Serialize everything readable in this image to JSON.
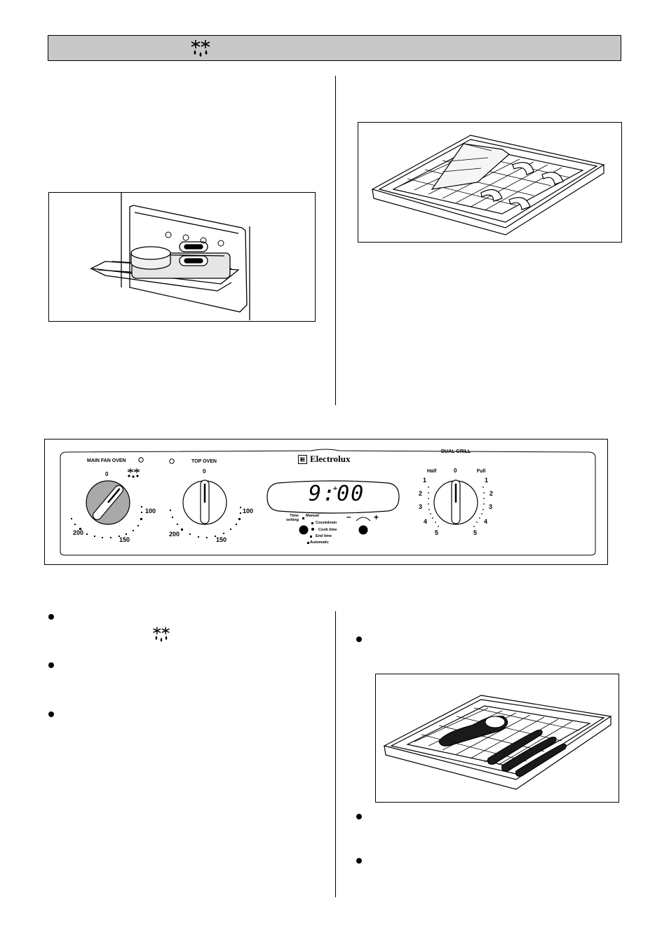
{
  "header": {
    "icon": "defrost-icon"
  },
  "control_panel": {
    "brand": "Electrolux",
    "main_fan_oven": {
      "label": "MAIN FAN OVEN",
      "zero": "0",
      "mark_100": "100",
      "mark_150": "150",
      "mark_200": "200"
    },
    "top_oven": {
      "label": "TOP OVEN",
      "zero": "0",
      "mark_100": "100",
      "mark_150": "150",
      "mark_200": "200"
    },
    "timer": {
      "display": "9:00",
      "time_setting": "Time setting",
      "manual": "Manual",
      "countdown": "Countdown",
      "cook_time": "Cook time",
      "end_time": "End time",
      "automatic": "Automatic",
      "minus": "–",
      "plus": "+"
    },
    "dual_grill": {
      "label": "DUAL GRILL",
      "half": "Half",
      "full": "Full",
      "zero": "0",
      "left_marks": [
        "1",
        "2",
        "3",
        "4",
        "5"
      ],
      "right_marks": [
        "1",
        "2",
        "3",
        "4",
        "5"
      ]
    }
  },
  "bullet_sections": {
    "left_count": 3,
    "right_count": 3
  }
}
